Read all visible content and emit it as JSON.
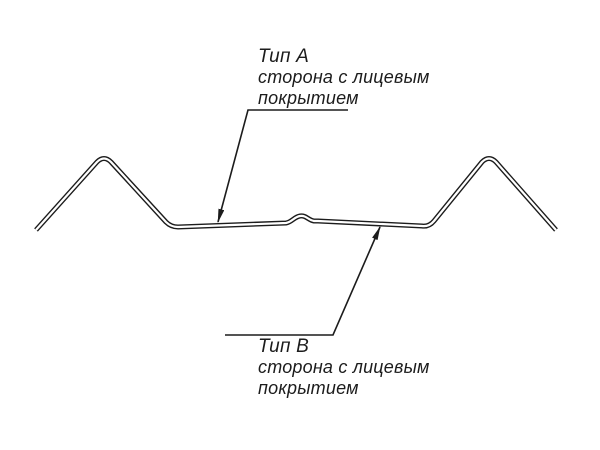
{
  "diagram": {
    "background_color": "#ffffff",
    "line_color": "#1c1c1c",
    "subject": "sheet-metal profile cross-section with face-coating side callouts",
    "labels": {
      "type_a": {
        "title": "Тип А",
        "line1": "сторона с лицевым",
        "line2": "покрытием"
      },
      "type_b": {
        "title": "Тип B",
        "line1": "сторона с лицевым",
        "line2": "покрытием"
      }
    }
  }
}
